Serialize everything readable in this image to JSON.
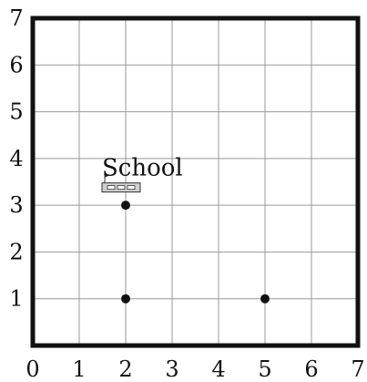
{
  "chart_data": {
    "type": "scatter",
    "x_range": [
      0,
      7
    ],
    "y_range": [
      0,
      7
    ],
    "x_ticks": [
      "0",
      "1",
      "2",
      "3",
      "4",
      "5",
      "6",
      "7"
    ],
    "y_ticks": [
      "1",
      "2",
      "3",
      "4",
      "5",
      "6",
      "7"
    ],
    "grid": true,
    "points": [
      {
        "x": 2,
        "y": 3
      },
      {
        "x": 2,
        "y": 1
      },
      {
        "x": 5,
        "y": 1
      }
    ],
    "landmark": {
      "label": "School",
      "x": 2,
      "y": 3.4,
      "icon": "school-building-icon"
    }
  },
  "colors": {
    "grid": "#999999",
    "frame": "#111111",
    "point": "#111111",
    "background": "#ffffff"
  }
}
